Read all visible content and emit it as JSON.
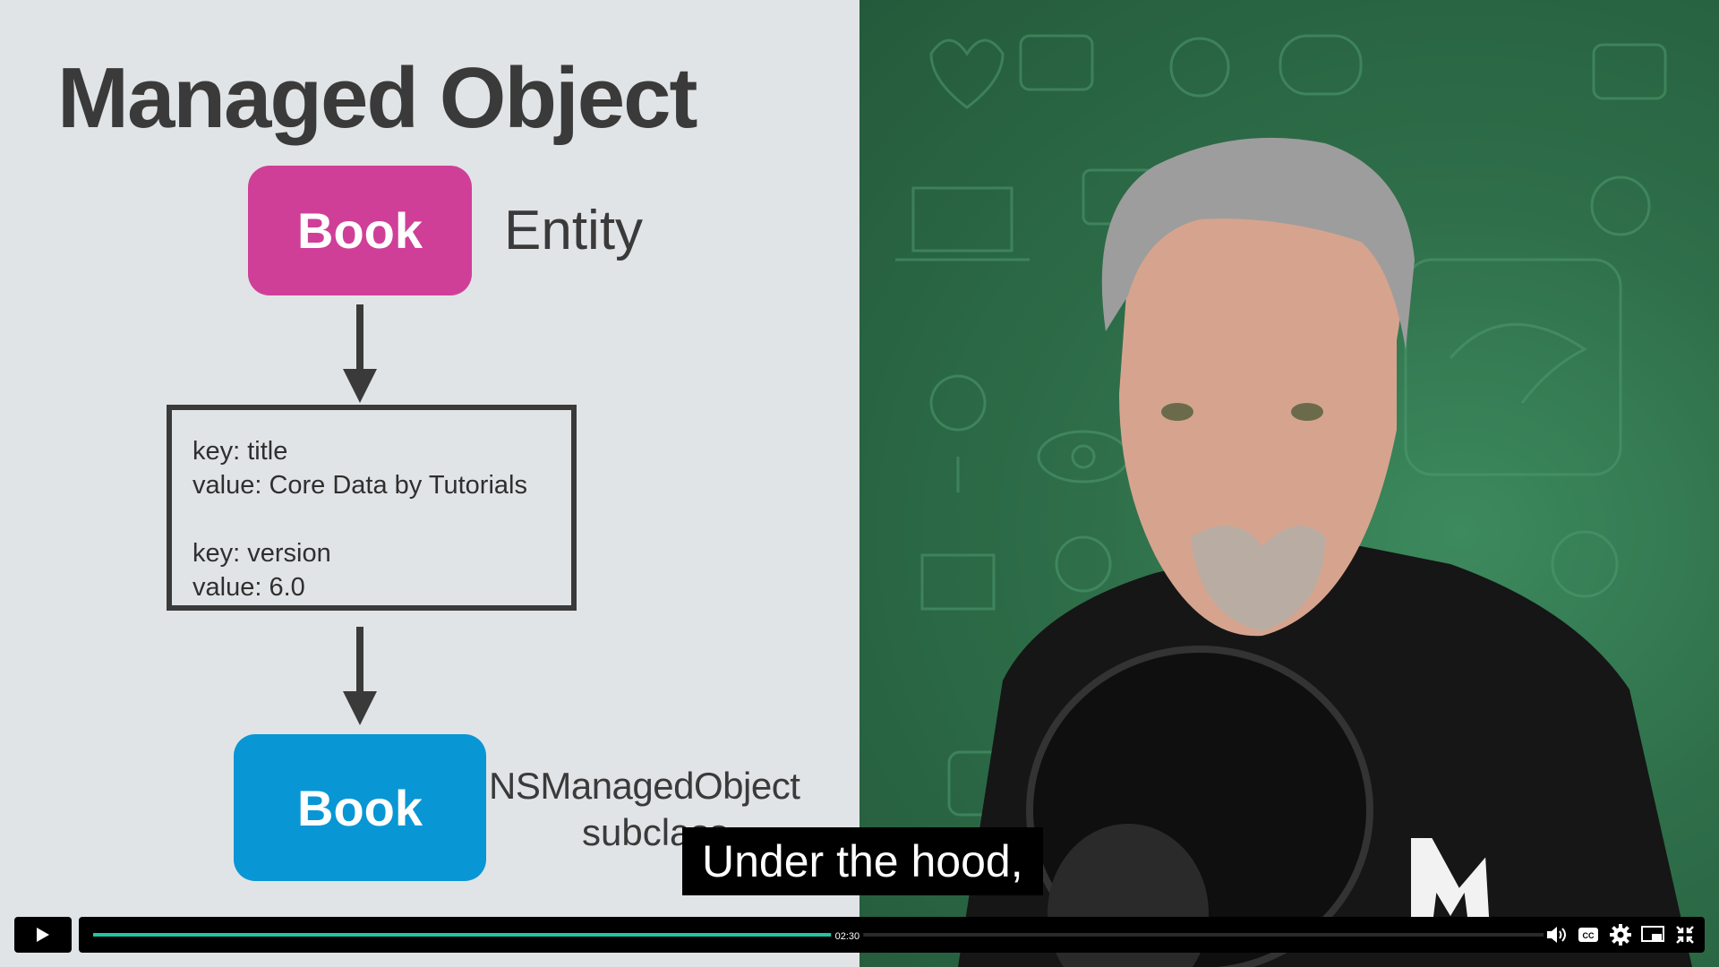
{
  "slide": {
    "title": "Managed Object",
    "entity_box_label": "Book",
    "entity_caption": "Entity",
    "kv_lines": {
      "l1": "key: title",
      "l2": "value: Core Data by Tutorials",
      "l3": "key: version",
      "l4": "value: 6.0"
    },
    "subclass_box_label": "Book",
    "subclass_caption_line1": "NSManagedObject",
    "subclass_caption_line2": "subclass"
  },
  "caption": {
    "text": "Under the hood,"
  },
  "player": {
    "progress_fraction": 0.52,
    "hover_time": "02:30",
    "controls": [
      "play-icon",
      "volume-icon",
      "cc-icon",
      "settings-icon",
      "pip-icon",
      "exit-fullscreen-icon"
    ]
  },
  "colors": {
    "entity_box": "#cf3f98",
    "subclass_box": "#0897d4",
    "slide_bg": "#e1e4e6",
    "camera_bg": "#2e6e49",
    "progress": "#23c4a3"
  }
}
